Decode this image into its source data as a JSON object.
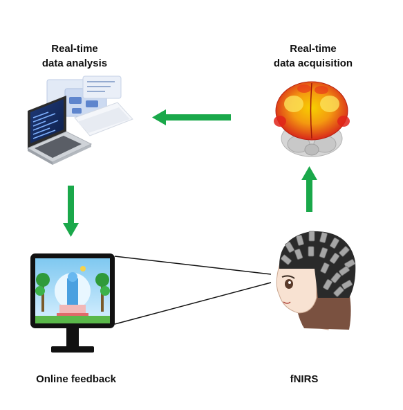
{
  "labels": {
    "analysis_line1": "Real-time",
    "analysis_line2": "data analysis",
    "acquisition_line1": "Real-time",
    "acquisition_line2": "data acquisition",
    "feedback": "Online feedback",
    "fnirs": "fNIRS"
  },
  "colors": {
    "arrow": "#1aa84a",
    "monitor_frame": "#111111",
    "brain_hot": "#e83a1a",
    "brain_warm": "#f5b400",
    "brain_gray": "#d0d0d0",
    "hair": "#2a2a2a",
    "electrode": "#9a9a9a"
  },
  "icons": {
    "laptop": "laptop-icon",
    "brain": "brain-activation-icon",
    "monitor": "monitor-game-icon",
    "head": "fnirs-cap-head-icon"
  }
}
